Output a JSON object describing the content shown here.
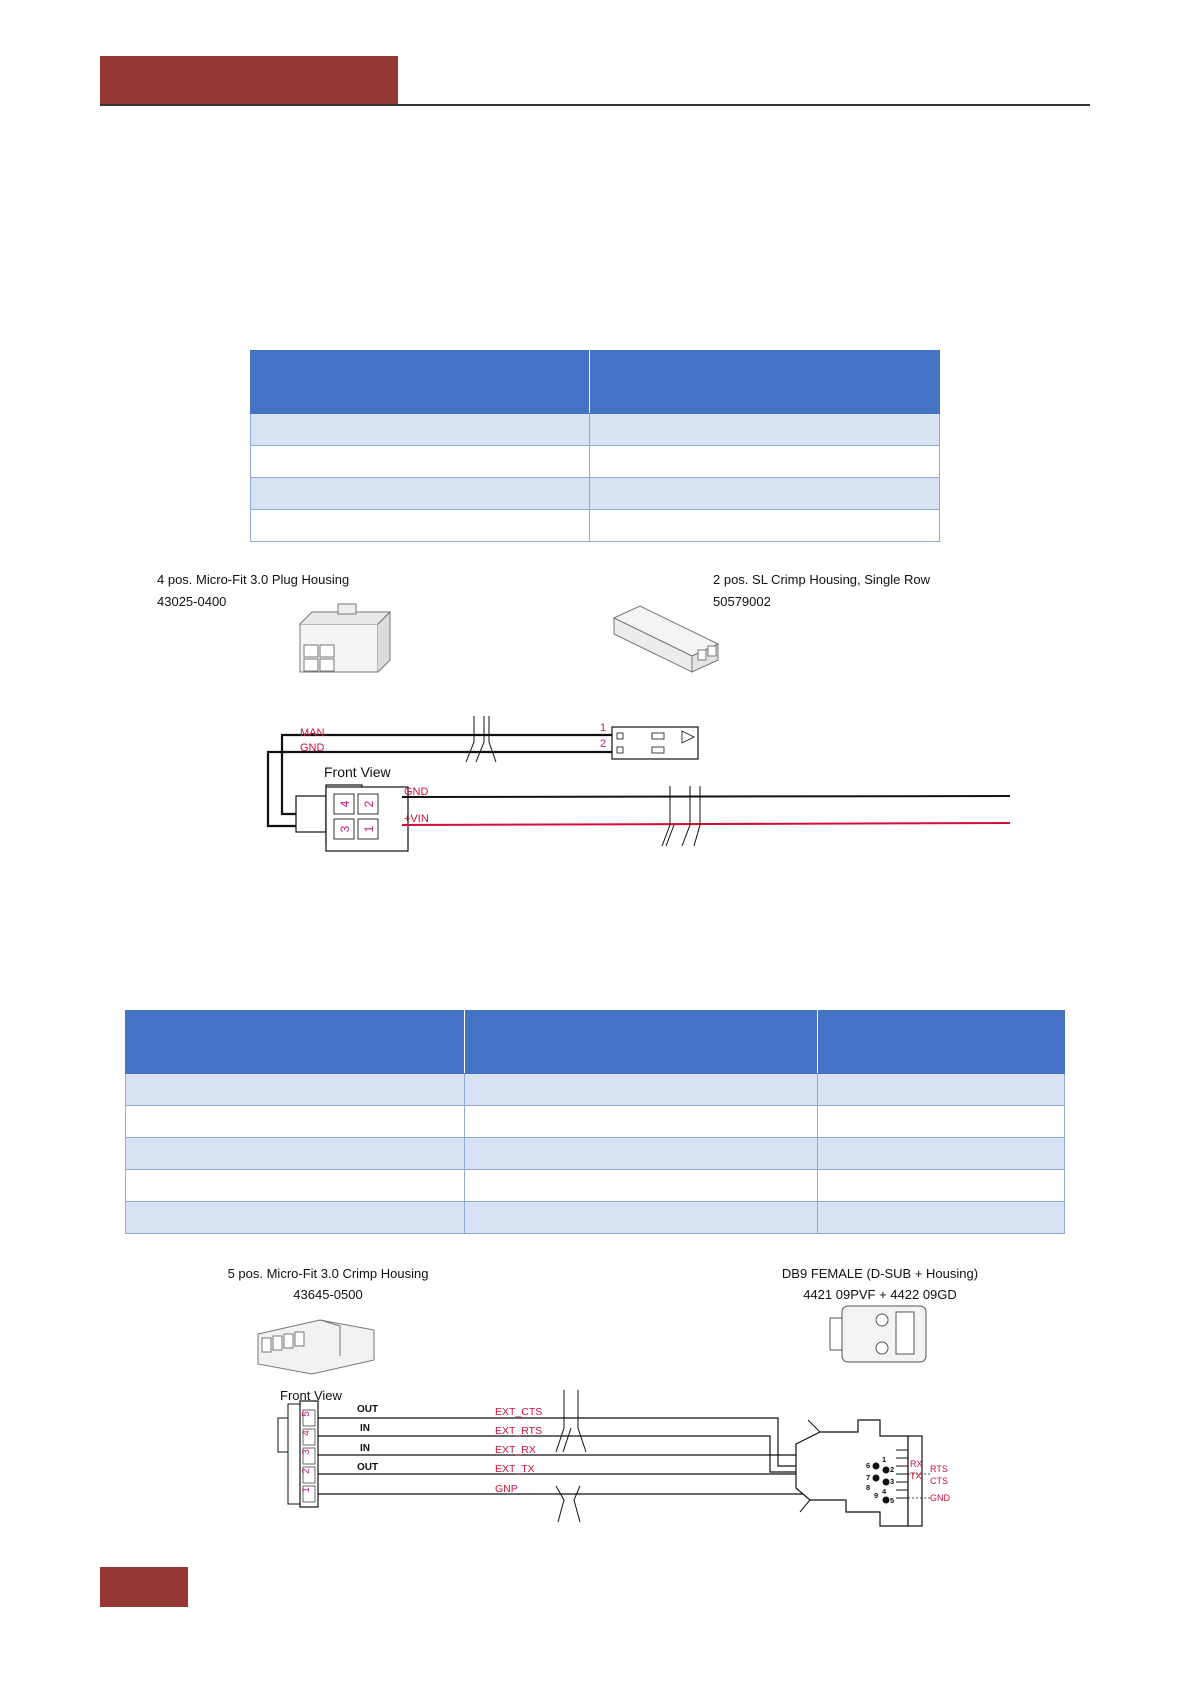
{
  "connector1": {
    "housing_a_title": "4 pos. Micro-Fit 3.0 Plug Housing",
    "housing_a_part": "43025-0400",
    "housing_b_title": "2 pos. SL Crimp Housing, Single Row",
    "housing_b_part": "50579002",
    "front_view": "Front View",
    "wire_man": "MAN",
    "wire_gnd_top": "GND",
    "wire_gnd": "GND",
    "wire_vin": "+VIN",
    "pins": [
      "4",
      "2",
      "3",
      "1"
    ],
    "sl_pins": [
      "1",
      "2"
    ]
  },
  "connector2": {
    "housing_a_title": "5 pos. Micro-Fit 3.0 Crimp Housing",
    "housing_a_part": "43645-0500",
    "housing_b_title": "DB9 FEMALE (D-SUB + Housing)",
    "housing_b_part": "4421 09PVF + 4422 09GD",
    "front_view": "Front View",
    "pins": [
      "5",
      "4",
      "3",
      "2",
      "1"
    ],
    "directions": [
      "OUT",
      "IN",
      "IN",
      "OUT"
    ],
    "signals": [
      "EXT_CTS",
      "EXT_RTS",
      "EXT_RX",
      "EXT_TX",
      "GNP"
    ],
    "db9_numbers": [
      "1",
      "6",
      "2",
      "7",
      "3",
      "8",
      "4",
      "9",
      "5"
    ],
    "db9_labels": [
      "RX",
      "TX",
      "RTS",
      "CTS",
      "GND"
    ]
  },
  "colors": {
    "accent": "#953735",
    "table_header": "#4472c4",
    "table_band": "#d9e2f3",
    "wire_red": "#d0103a",
    "pin_magenta": "#c0187a"
  }
}
